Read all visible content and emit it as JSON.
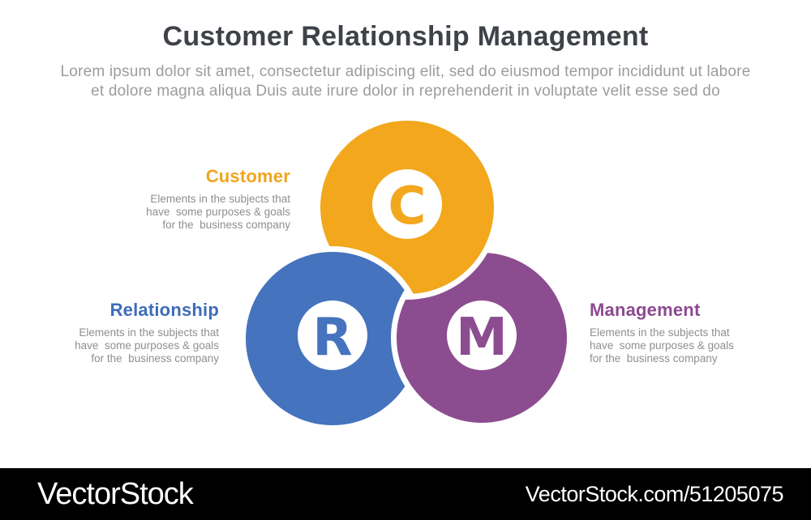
{
  "title": "Customer Relationship Management",
  "subtitle": "Lorem ipsum dolor sit amet, consectetur adipiscing elit, sed do eiusmod tempor incididunt ut labore\net dolore magna aliqua Duis aute irure dolor in reprehenderit in voluptate velit esse sed do",
  "diagram": {
    "type": "venn-blending-circles",
    "circles": [
      {
        "id": "customer",
        "letter": "C",
        "color": "#F2A71D"
      },
      {
        "id": "relationship",
        "letter": "R",
        "color": "#4573BE"
      },
      {
        "id": "management",
        "letter": "M",
        "color": "#8C4D90"
      }
    ],
    "labels": {
      "customer": {
        "title": "Customer",
        "color": "#F2A41C",
        "description": "Elements in the subjects that\nhave  some purposes & goals\nfor the  business company"
      },
      "relationship": {
        "title": "Relationship",
        "color": "#3E6CB8",
        "description": "Elements in the subjects that\nhave  some purposes & goals\nfor the  business company"
      },
      "management": {
        "title": "Management",
        "color": "#8C4A91",
        "description": "Elements in the subjects that\nhave  some purposes & goals\nfor the  business company"
      }
    }
  },
  "watermark": {
    "brand": "VectorStock",
    "url": "VectorStock.com/51205075",
    "bar_color": "#000000"
  }
}
